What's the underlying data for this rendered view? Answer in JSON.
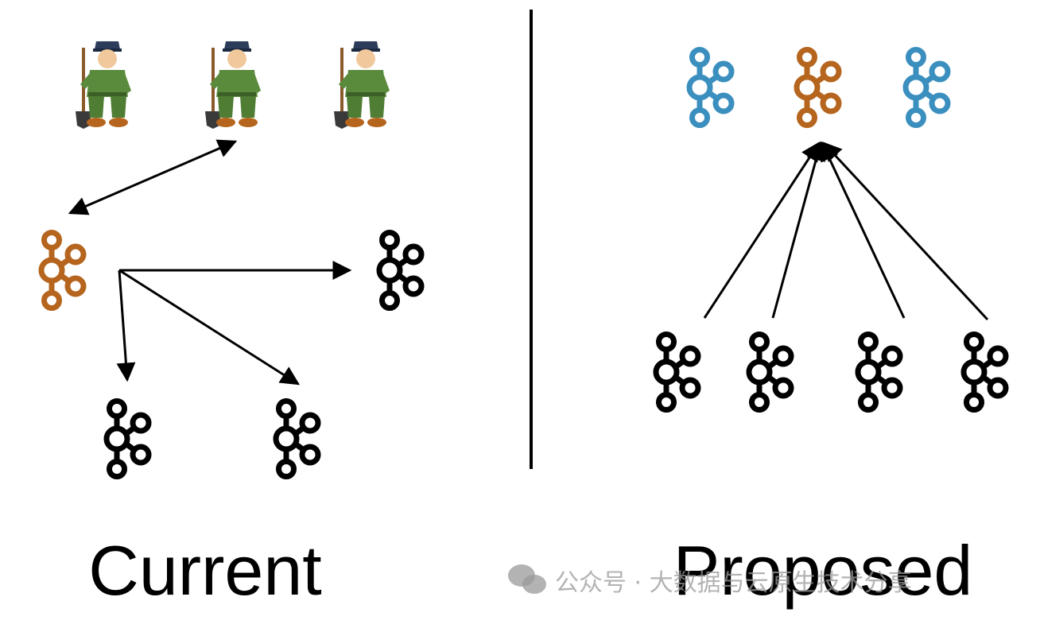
{
  "panels": {
    "current": {
      "title": "Current"
    },
    "proposed": {
      "title": "Proposed"
    }
  },
  "watermark": {
    "text": "公众号 · 大数据与云原生技术分享",
    "icon": "wechat-icon"
  },
  "colors": {
    "controller_active": "#b5651d",
    "cluster_peer": "#3b8fbf",
    "broker": "#000000",
    "divider": "#000000",
    "worker_uniform": "#5a8a3c"
  },
  "nodes": {
    "workers": {
      "count": 3,
      "icon": "worker-icon"
    },
    "current_controller": {
      "icon": "kafka-icon",
      "color": "#b5651d"
    },
    "current_brokers": {
      "count": 3,
      "icon": "kafka-icon"
    },
    "proposed_controllers": {
      "count": 3,
      "icon": "kafka-icon",
      "colors": [
        "#3b8fbf",
        "#b5651d",
        "#3b8fbf"
      ]
    },
    "proposed_brokers": {
      "count": 4,
      "icon": "kafka-icon"
    }
  }
}
